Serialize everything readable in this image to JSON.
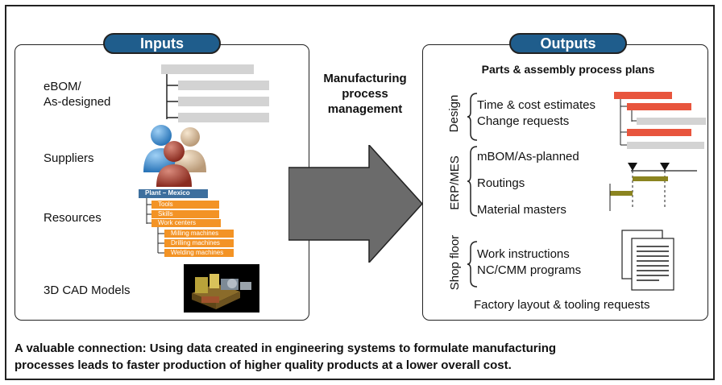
{
  "inputs": {
    "title": "Inputs",
    "items": [
      {
        "label": "eBOM/\nAs-designed"
      },
      {
        "label": "Suppliers"
      },
      {
        "label": "Resources"
      },
      {
        "label": "3D CAD Models"
      }
    ],
    "resources_tree": {
      "root": "Plant – Mexico",
      "level1": [
        "Tools",
        "Skills",
        "Work centers"
      ],
      "level2": [
        "Milling machines",
        "Drilling machines",
        "Welding machines"
      ]
    }
  },
  "middle": {
    "label": "Manufacturing\nprocess\nmanagement"
  },
  "outputs": {
    "title": "Outputs",
    "heading": "Parts & assembly process plans",
    "sections": [
      {
        "label": "Design",
        "items": [
          "Time & cost estimates",
          "Change requests"
        ]
      },
      {
        "label": "ERP/MES",
        "items": [
          "mBOM/As-planned",
          "Routings",
          "Material masters"
        ]
      },
      {
        "label": "Shop floor",
        "items": [
          "Work instructions",
          "NC/CMM programs"
        ]
      }
    ],
    "footer": "Factory layout & tooling requests"
  },
  "caption": "A valuable connection: Using data created in engineering systems to formulate manufacturing\nprocesses leads to faster production of higher quality products at a lower overall cost.",
  "colors": {
    "pill": "#1f5d8c",
    "arrow": "#6b6b6b",
    "orange": "#f39325",
    "tree_root": "#3d6f9e",
    "red_bar": "#e8553d",
    "gray_bar": "#d3d3d3",
    "olive": "#8b8420"
  }
}
